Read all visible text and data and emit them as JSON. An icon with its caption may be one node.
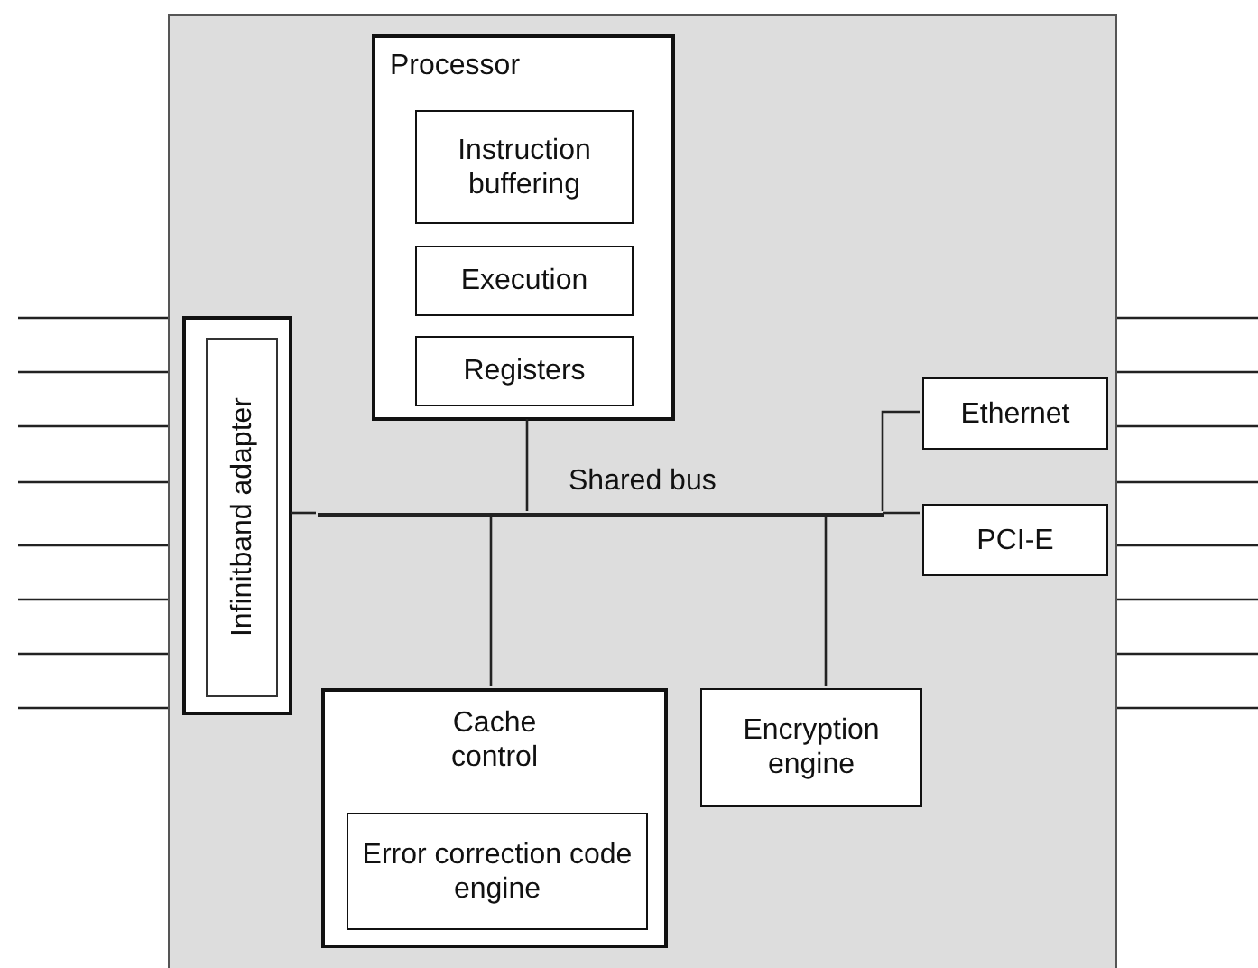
{
  "diagram": {
    "nodes": [
      {
        "text": [],
        "shape": "box"
      },
      {
        "text": [
          "Processor"
        ],
        "in": 0
      },
      {
        "text": [
          "Instruction buffering"
        ],
        "in": 1
      },
      {
        "text": [
          "Execution"
        ],
        "in": 1
      },
      {
        "text": [
          "Registers"
        ],
        "in": 1
      },
      {
        "text": [],
        "shape": "box",
        "in": 0
      },
      {
        "text": [
          "Infinitband adapter"
        ],
        "in": 5
      },
      {
        "text": [],
        "shape": "bar",
        "in": 0
      },
      {
        "text": [
          "Ethernet"
        ],
        "in": 0
      },
      {
        "text": [
          "PCI-E"
        ],
        "in": 0
      },
      {
        "text": [
          "Cache control"
        ],
        "in": 0
      },
      {
        "text": [
          "Error correction code engine"
        ],
        "in": 10
      },
      {
        "text": [
          "Encryption engine"
        ],
        "in": 0
      }
    ],
    "edges": [
      {
        "from": 1,
        "to": 7,
        "arrow": "none"
      },
      {
        "from": 5,
        "to": 7,
        "arrow": "none"
      },
      {
        "from": 10,
        "to": 7,
        "arrow": "none"
      },
      {
        "from": 12,
        "to": 7,
        "arrow": "none"
      },
      {
        "from": 8,
        "to": 7,
        "arrow": "none"
      },
      {
        "from": 9,
        "to": 7,
        "arrow": "none"
      },
      {
        "from": null,
        "to": 0,
        "arrow": "none"
      },
      {
        "from": null,
        "to": 0,
        "arrow": "none"
      },
      {
        "from": null,
        "to": 0,
        "arrow": "none"
      },
      {
        "from": null,
        "to": 0,
        "arrow": "none"
      },
      {
        "from": null,
        "to": 0,
        "arrow": "none"
      },
      {
        "from": null,
        "to": 0,
        "arrow": "none"
      },
      {
        "from": null,
        "to": 0,
        "arrow": "none"
      },
      {
        "from": null,
        "to": 0,
        "arrow": "none"
      },
      {
        "from": null,
        "to": 0,
        "arrow": "none"
      },
      {
        "from": null,
        "to": 0,
        "arrow": "none"
      },
      {
        "from": null,
        "to": 0,
        "arrow": "none"
      },
      {
        "from": null,
        "to": 0,
        "arrow": "none"
      },
      {
        "from": null,
        "to": 0,
        "arrow": "none"
      },
      {
        "from": null,
        "to": 0,
        "arrow": "none"
      },
      {
        "from": null,
        "to": 0,
        "arrow": "none"
      },
      {
        "from": null,
        "to": 0,
        "arrow": "none"
      }
    ],
    "labels": [
      "Shared bus"
    ]
  }
}
